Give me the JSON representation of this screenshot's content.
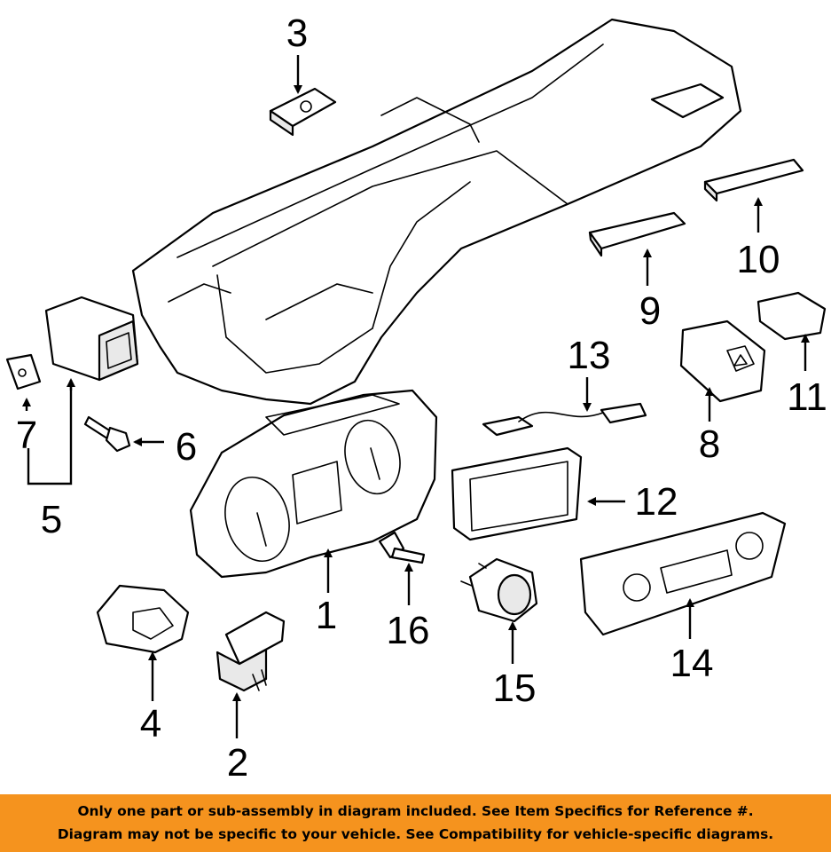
{
  "diagram": {
    "callouts": {
      "c1": "1",
      "c2": "2",
      "c3": "3",
      "c4": "4",
      "c5": "5",
      "c6": "6",
      "c7": "7",
      "c8": "8",
      "c9": "9",
      "c10": "10",
      "c11": "11",
      "c12": "12",
      "c13": "13",
      "c14": "14",
      "c15": "15",
      "c16": "16"
    }
  },
  "banner": {
    "line1": "Only one part or sub-assembly in diagram included. See Item Specifics for Reference #.",
    "line2": "Diagram may not be specific to your vehicle. See Compatibility for vehicle-specific diagrams.",
    "background": "#f5931e",
    "text_color": "#000000"
  }
}
